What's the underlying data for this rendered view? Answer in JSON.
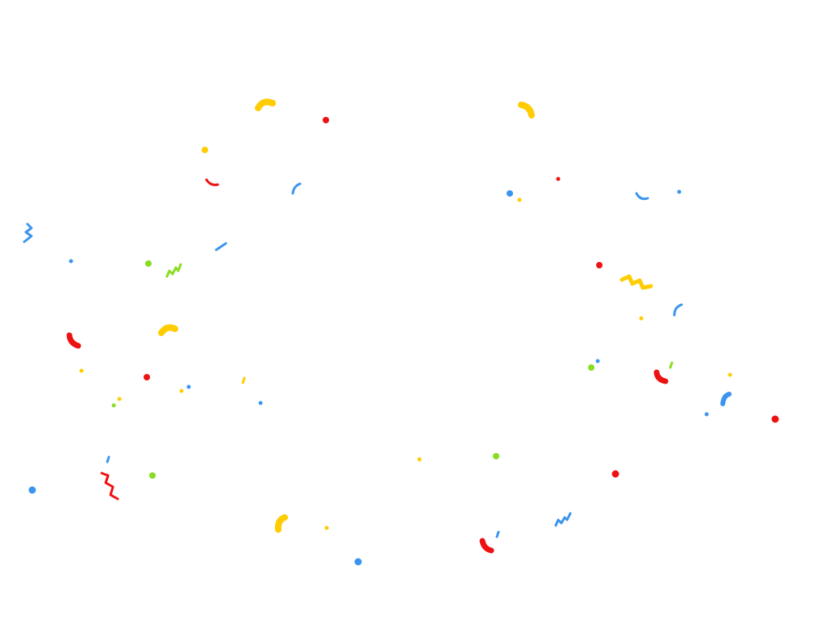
{
  "scene": "confetti-celebration",
  "colors": {
    "background": "#ffffff",
    "red": "#ee1111",
    "yellow": "#ffcc00",
    "blue": "#3b95ee",
    "green": "#88dd22"
  },
  "particle_kinds": [
    "dot",
    "arc",
    "dash",
    "zigzag"
  ],
  "particle_color_names": [
    "red",
    "yellow",
    "blue",
    "green"
  ]
}
